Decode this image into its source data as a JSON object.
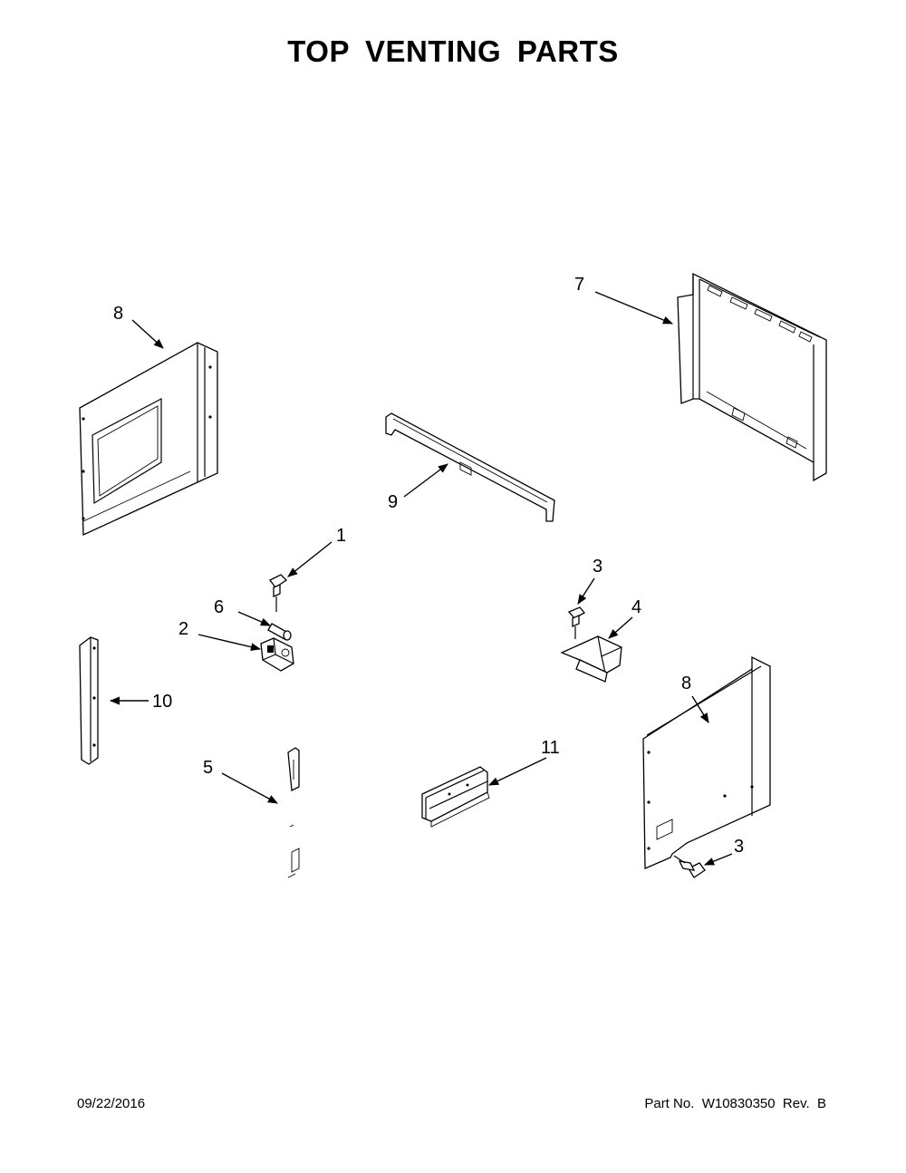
{
  "title": "TOP VENTING PARTS",
  "footer": {
    "date": "09/22/2016",
    "part_number": "Part No.  W10830350  Rev.  B"
  },
  "callouts": {
    "c1": "1",
    "c2": "2",
    "c3a": "3",
    "c3b": "3",
    "c4": "4",
    "c5": "5",
    "c6": "6",
    "c7": "7",
    "c8a": "8",
    "c8b": "8",
    "c9": "9",
    "c10": "10",
    "c11": "11"
  }
}
